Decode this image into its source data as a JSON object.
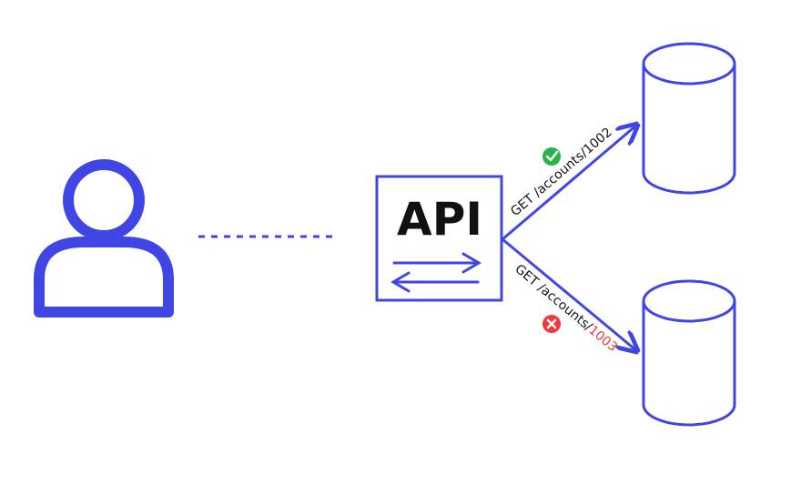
{
  "api_box": {
    "label": "API"
  },
  "routes": {
    "top": {
      "prefix": "GET /accounts/",
      "id": "1002",
      "status": "success"
    },
    "bottom": {
      "prefix": "GET /accounts/",
      "id": "1003",
      "status": "error"
    }
  },
  "colors": {
    "primary": "#4046e6",
    "text": "#111111",
    "success": "#27b24a",
    "error": "#ef3b3b",
    "background": "#ffffff"
  },
  "icons": {
    "user": "user-icon",
    "success": "check-circle-icon",
    "error": "x-circle-icon",
    "database": "database-icon"
  }
}
